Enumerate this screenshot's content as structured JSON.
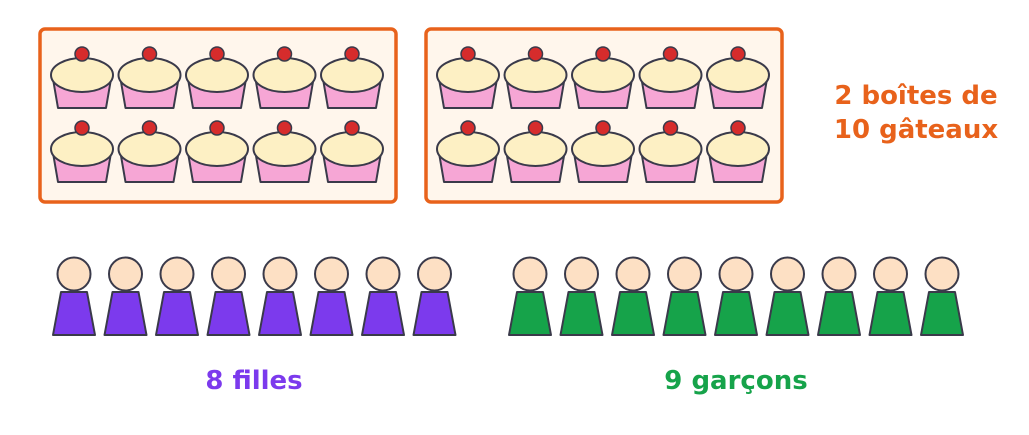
{
  "boxes": {
    "count": 2,
    "cakes_per_box": 10,
    "label_line1": "2 boîtes de",
    "label_line2": "10 gâteaux"
  },
  "girls": {
    "count": 8,
    "label": "8 filles"
  },
  "boys": {
    "count": 9,
    "label": "9 garçons"
  },
  "colors": {
    "box_border": "#e8621b",
    "box_fill": "#fff6ec",
    "cupcake_top": "#fdf0c4",
    "cupcake_wrapper": "#f6a6d5",
    "cherry": "#d62c2c",
    "outline": "#3a3a4a",
    "skin": "#fde0c4",
    "girl_body": "#7c3aed",
    "boy_body": "#16a34a",
    "label_orange": "#e8621b",
    "label_purple": "#7c3aed",
    "label_green": "#16a34a"
  },
  "icons": {
    "cake": "cupcake-icon",
    "person": "person-icon"
  }
}
